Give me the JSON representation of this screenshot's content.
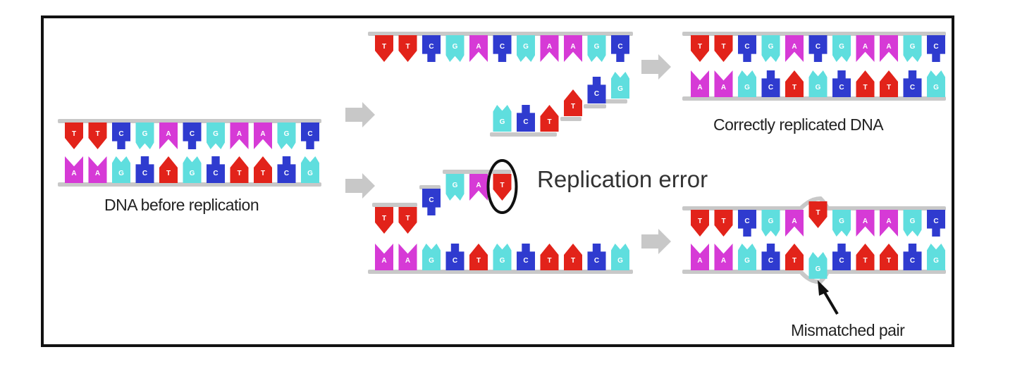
{
  "labels": {
    "before": "DNA before replication",
    "correct": "Correctly replicated DNA",
    "error": "Replication error",
    "mismatch": "Mismatched pair"
  },
  "colors": {
    "A": "#d63ad6",
    "T": "#e2231a",
    "G": "#5fdede",
    "C": "#2f3bcf",
    "backbone": "#c8c8c8",
    "arrow": "#c8c8c8",
    "frame": "#111111"
  },
  "strands": {
    "template_top": [
      "T",
      "T",
      "C",
      "G",
      "A",
      "C",
      "G",
      "A",
      "A",
      "G",
      "C"
    ],
    "template_bottom": [
      "A",
      "A",
      "G",
      "C",
      "T",
      "G",
      "C",
      "T",
      "T",
      "C",
      "G"
    ],
    "correct_top": [
      "T",
      "T",
      "C",
      "G",
      "A",
      "C",
      "G",
      "A",
      "A",
      "G",
      "C"
    ],
    "correct_bottom": [
      "A",
      "A",
      "G",
      "C",
      "T",
      "G",
      "C",
      "T",
      "T",
      "C",
      "G"
    ],
    "mutant_top": [
      "T",
      "T",
      "C",
      "G",
      "A",
      "T",
      "G",
      "A",
      "A",
      "G",
      "C"
    ],
    "mutant_bottom": [
      "A",
      "A",
      "G",
      "C",
      "T",
      "G",
      "C",
      "T",
      "T",
      "C",
      "G"
    ]
  }
}
